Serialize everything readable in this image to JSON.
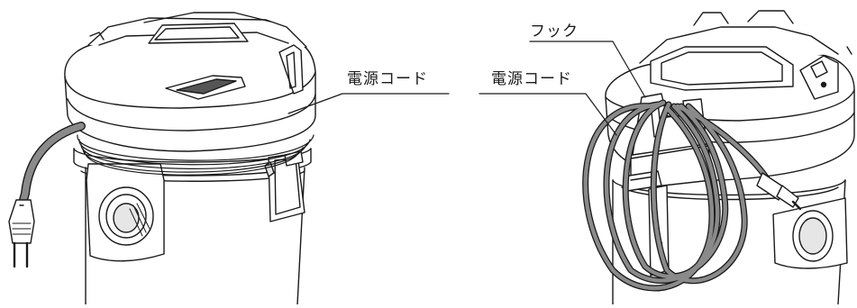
{
  "labels": {
    "left_cord": "電源コード",
    "hook": "フック",
    "right_cord": "電源コード"
  },
  "colors": {
    "line": "#1a1a1a",
    "body_fill": "#ffffff",
    "cord_fill": "#8a8a8a",
    "shadow_fill": "#cfcfcf"
  }
}
